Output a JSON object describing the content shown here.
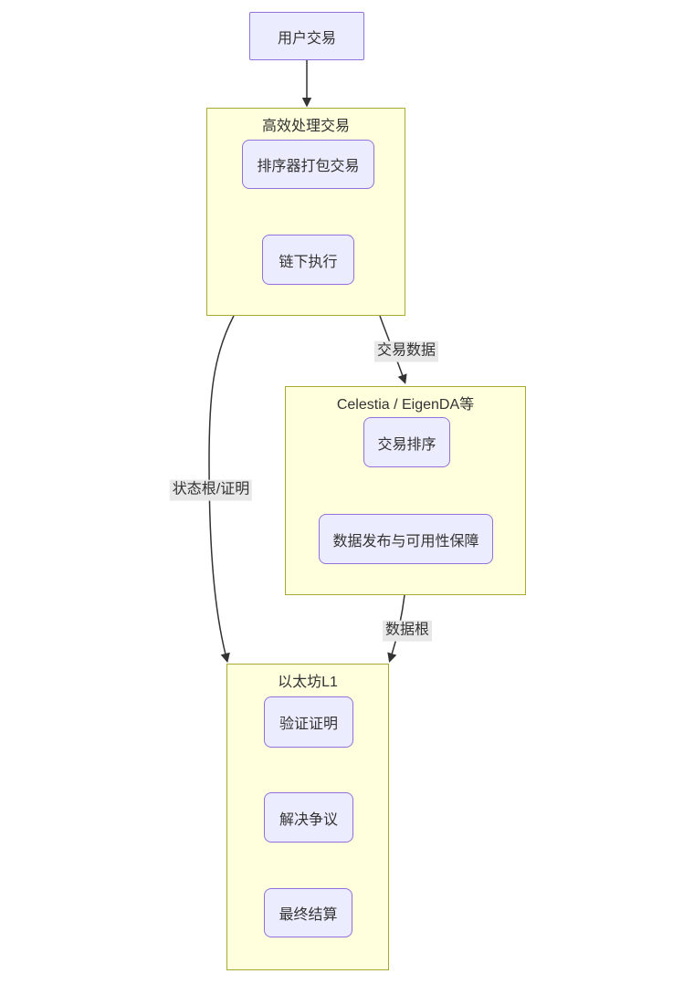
{
  "diagram": {
    "type": "flowchart",
    "direction": "top-down",
    "colors": {
      "node_fill": "#ECECFF",
      "node_border": "#9370DB",
      "cluster_fill": "#FFFFDE",
      "cluster_border": "#AAAA33",
      "edge": "#333333",
      "edge_label_bg": "#E8E8E8",
      "text": "#333333"
    },
    "nodes": {
      "user_tx": {
        "label": "用户交易"
      },
      "seq_pack": {
        "label": "排序器打包交易"
      },
      "offchain_exec": {
        "label": "链下执行"
      },
      "tx_order": {
        "label": "交易排序"
      },
      "data_publish": {
        "label": "数据发布与可用性保障"
      },
      "verify_proof": {
        "label": "验证证明"
      },
      "resolve_dispute": {
        "label": "解决争议"
      },
      "final_settle": {
        "label": "最终结算"
      }
    },
    "clusters": {
      "l2": {
        "title": "高效处理交易"
      },
      "da": {
        "title": "Celestia / EigenDA等"
      },
      "l1": {
        "title": "以太坊L1"
      }
    },
    "edges": [
      {
        "from": "user_tx",
        "to": "l2",
        "label": ""
      },
      {
        "from": "l2",
        "to": "da",
        "label": "交易数据"
      },
      {
        "from": "l2",
        "to": "l1",
        "label": "状态根/证明"
      },
      {
        "from": "da",
        "to": "l1",
        "label": "数据根"
      }
    ],
    "edge_labels": {
      "tx_data": "交易数据",
      "state_root": "状态根/证明",
      "data_root": "数据根"
    }
  }
}
